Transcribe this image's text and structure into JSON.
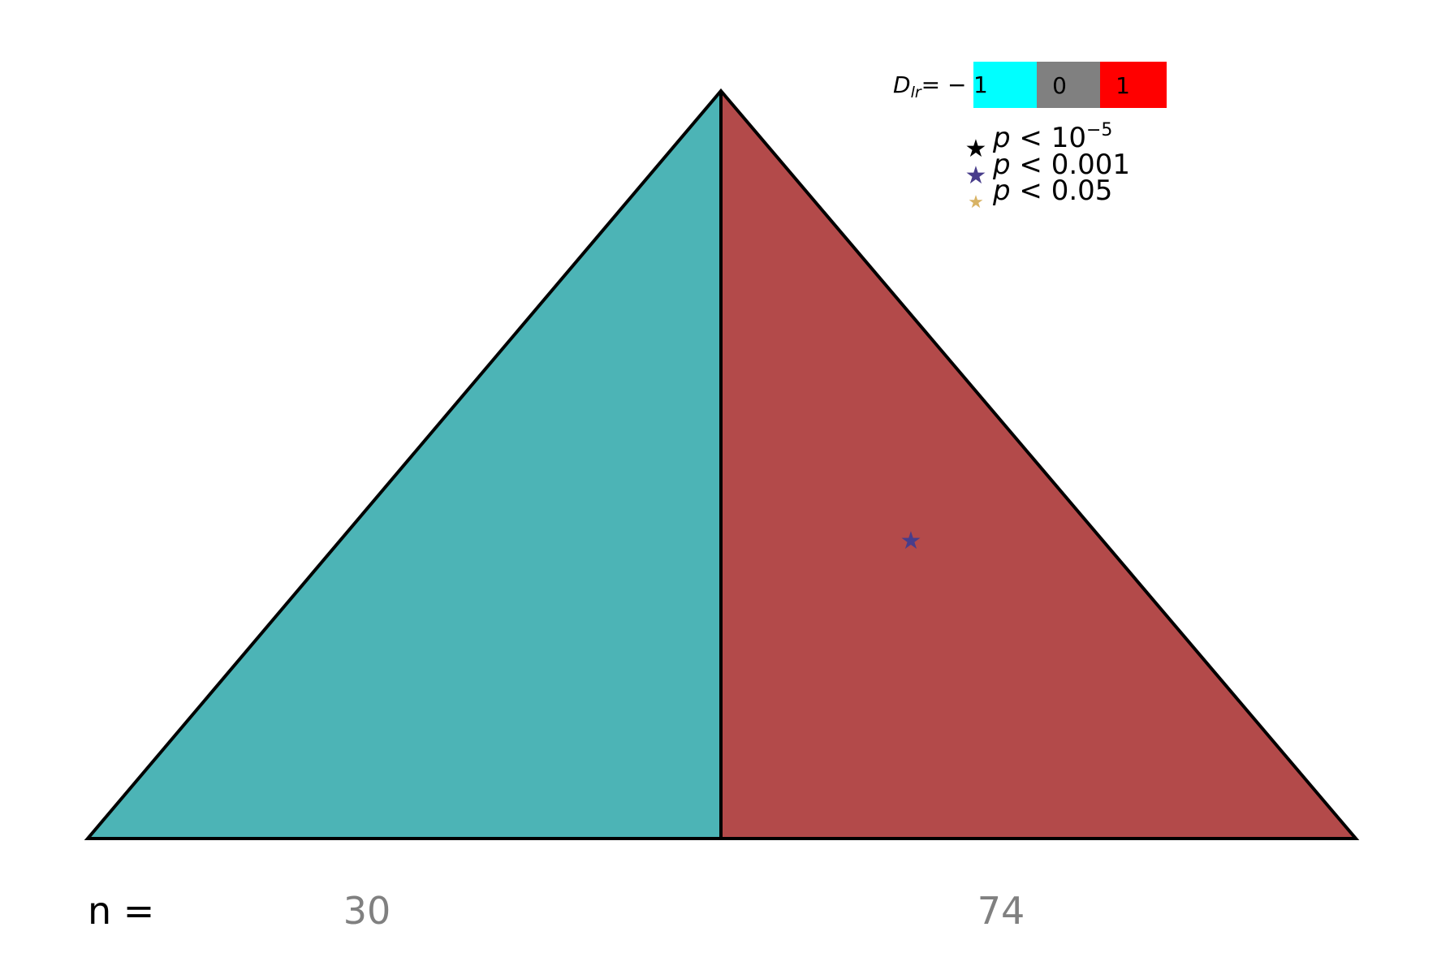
{
  "chart_data": {
    "type": "triangle-plot",
    "regions": [
      {
        "name": "left",
        "n": 30,
        "d_lr": -0.4,
        "significance": "none",
        "color": "#4cb4b6"
      },
      {
        "name": "right",
        "n": 74,
        "d_lr": 0.42,
        "significance": "p < 0.001",
        "color": "#b34a4a"
      }
    ],
    "n_label": "n =",
    "n_values": [
      "30",
      "74"
    ],
    "colorbar": {
      "label_var": "D",
      "label_sub": "lr",
      "label_eq": "= −",
      "ticks": [
        "1",
        "0",
        "1"
      ],
      "colors": [
        "#00ffff",
        "#808080",
        "#ff0000"
      ]
    },
    "legend": [
      {
        "label_p": "p",
        "label_rel": " < 10",
        "label_sup": "−5",
        "color": "#000000"
      },
      {
        "label_p": "p",
        "label_rel": " < 0.001",
        "label_sup": "",
        "color": "#483d8b"
      },
      {
        "label_p": "p",
        "label_rel": " < 0.05",
        "label_sup": "",
        "color": "#d8b365"
      }
    ]
  }
}
